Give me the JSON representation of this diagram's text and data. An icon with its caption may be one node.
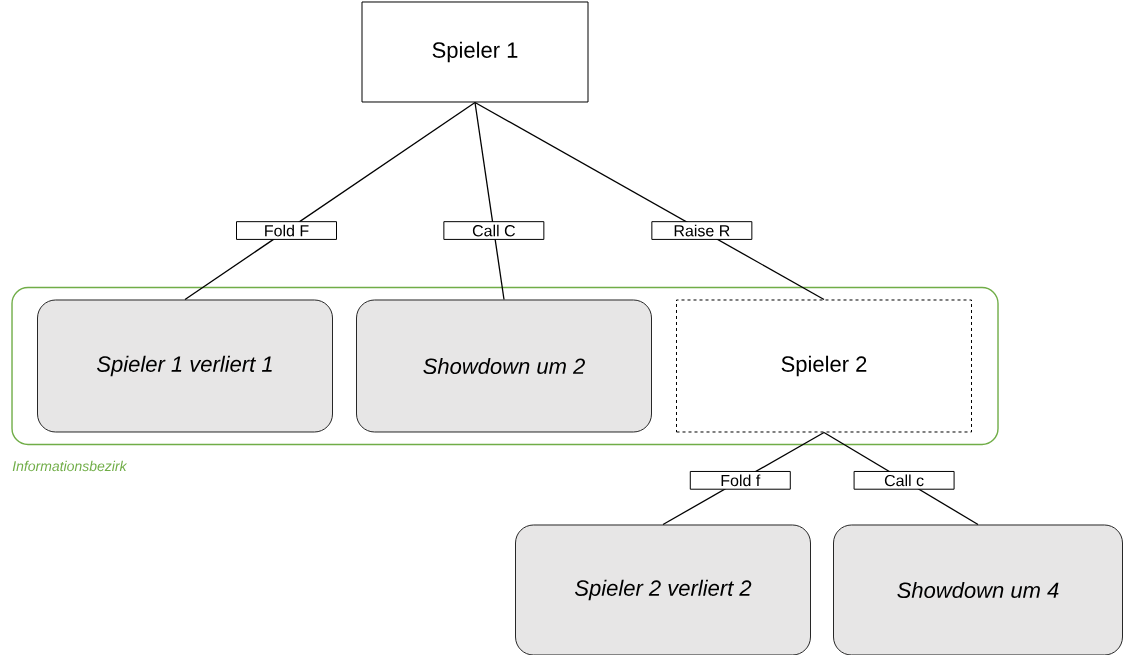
{
  "diagram": {
    "nodes": [
      {
        "text": [
          "Spieler 1"
        ]
      },
      {
        "text": [
          "Informationsbezirk"
        ]
      },
      {
        "text": [
          "Spieler 1 verliert 1"
        ],
        "in": 1
      },
      {
        "text": [
          "Showdown um 2"
        ],
        "in": 1
      },
      {
        "text": [
          "Spieler 2"
        ],
        "in": 1
      },
      {
        "text": [
          "Spieler 2 verliert 2"
        ]
      },
      {
        "text": [
          "Showdown um 4"
        ]
      }
    ],
    "edges": [
      {
        "from": 0,
        "to": 2,
        "arrow": "none",
        "label": "Fold F"
      },
      {
        "from": 0,
        "to": 3,
        "arrow": "none",
        "label": "Call C"
      },
      {
        "from": 0,
        "to": 4,
        "arrow": "none",
        "label": "Raise R"
      },
      {
        "from": 4,
        "to": 5,
        "arrow": "none",
        "label": "Fold f"
      },
      {
        "from": 4,
        "to": 6,
        "arrow": "none",
        "label": "Call c"
      }
    ]
  }
}
